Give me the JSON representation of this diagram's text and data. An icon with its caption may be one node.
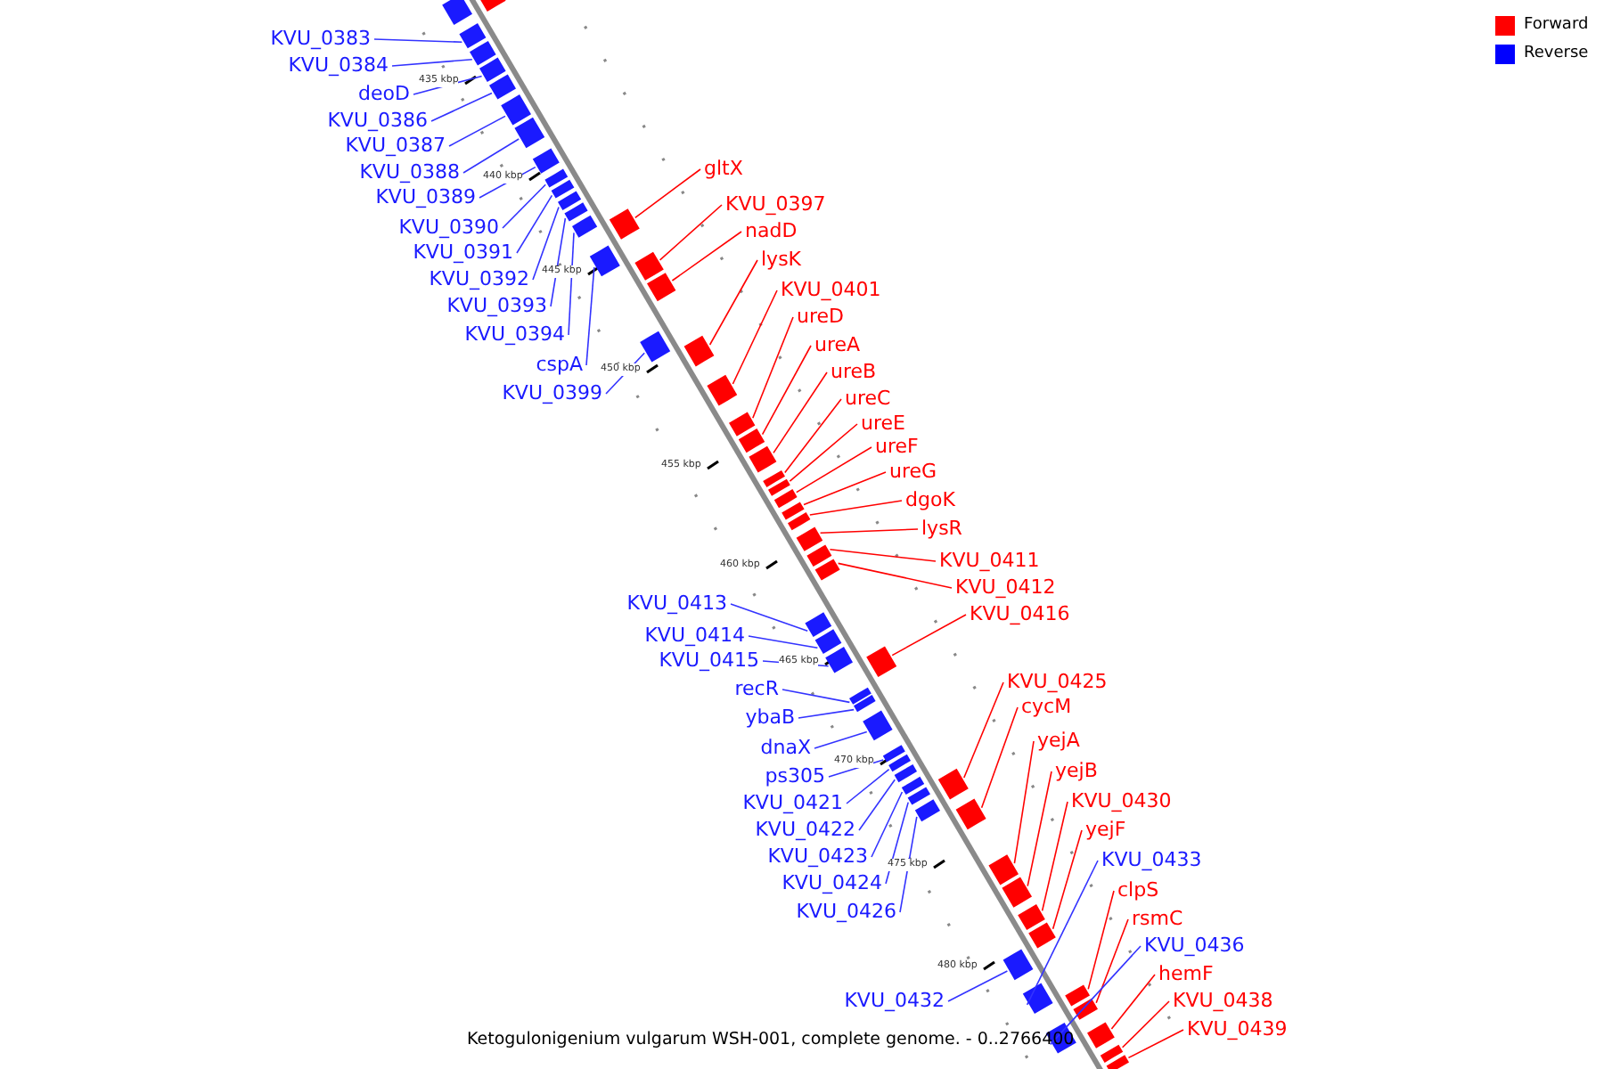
{
  "diagram": {
    "caption": "Ketogulonigenium vulgarum WSH-001, complete genome. - 0..2766400",
    "nodes": [
      {
        "text": [
          "KVU_0383"
        ]
      },
      {
        "text": [
          "KVU_0384"
        ]
      },
      {
        "text": [
          "deoD"
        ]
      },
      {
        "text": [
          "KVU_0386"
        ]
      },
      {
        "text": [
          "KVU_0387"
        ]
      },
      {
        "text": [
          "gltX"
        ]
      },
      {
        "text": [
          "KVU_0388"
        ]
      },
      {
        "text": [
          "KVU_0389"
        ]
      },
      {
        "text": [
          "KVU_0397"
        ]
      },
      {
        "text": [
          "KVU_0390"
        ]
      },
      {
        "text": [
          "nadD"
        ]
      },
      {
        "text": [
          "KVU_0391"
        ]
      },
      {
        "text": [
          "lysK"
        ]
      },
      {
        "text": [
          "KVU_0392"
        ]
      },
      {
        "text": [
          "KVU_0401"
        ]
      },
      {
        "text": [
          "KVU_0393"
        ]
      },
      {
        "text": [
          "ureD"
        ]
      },
      {
        "text": [
          "KVU_0394"
        ]
      },
      {
        "text": [
          "ureA"
        ]
      },
      {
        "text": [
          "cspA"
        ]
      },
      {
        "text": [
          "ureB"
        ]
      },
      {
        "text": [
          "KVU_0399"
        ]
      },
      {
        "text": [
          "ureC"
        ]
      },
      {
        "text": [
          "ureE"
        ]
      },
      {
        "text": [
          "ureF"
        ]
      },
      {
        "text": [
          "ureG"
        ]
      },
      {
        "text": [
          "dgoK"
        ]
      },
      {
        "text": [
          "lysR"
        ]
      },
      {
        "text": [
          "KVU_0411"
        ]
      },
      {
        "text": [
          "KVU_0412"
        ]
      },
      {
        "text": [
          "KVU_0413"
        ]
      },
      {
        "text": [
          "KVU_0416"
        ]
      },
      {
        "text": [
          "KVU_0414"
        ]
      },
      {
        "text": [
          "KVU_0415"
        ]
      },
      {
        "text": [
          "KVU_0425"
        ]
      },
      {
        "text": [
          "recR"
        ]
      },
      {
        "text": [
          "cycM"
        ]
      },
      {
        "text": [
          "ybaB"
        ]
      },
      {
        "text": [
          "yejA"
        ]
      },
      {
        "text": [
          "dnaX"
        ]
      },
      {
        "text": [
          "yejB"
        ]
      },
      {
        "text": [
          "ps305"
        ]
      },
      {
        "text": [
          "KVU_0430"
        ]
      },
      {
        "text": [
          "KVU_0421"
        ]
      },
      {
        "text": [
          "yejF"
        ]
      },
      {
        "text": [
          "KVU_0422"
        ]
      },
      {
        "text": [
          "KVU_0423"
        ]
      },
      {
        "text": [
          "KVU_0433"
        ]
      },
      {
        "text": [
          "KVU_0424"
        ]
      },
      {
        "text": [
          "clpS"
        ]
      },
      {
        "text": [
          "KVU_0426"
        ]
      },
      {
        "text": [
          "rsmC"
        ]
      },
      {
        "text": [
          "KVU_0436"
        ]
      },
      {
        "text": [
          "hemF"
        ]
      },
      {
        "text": [
          "KVU_0432"
        ]
      },
      {
        "text": [
          "KVU_0438"
        ]
      },
      {
        "text": [
          "KVU_0439"
        ]
      },
      {
        "text": [],
        "shape": "box"
      },
      {
        "text": [],
        "shape": "box"
      },
      {
        "text": [],
        "shape": "box"
      },
      {
        "text": [],
        "shape": "box"
      },
      {
        "text": [],
        "shape": "box"
      },
      {
        "text": [],
        "shape": "box"
      },
      {
        "text": [],
        "shape": "box"
      },
      {
        "text": [],
        "shape": "box"
      },
      {
        "text": [],
        "shape": "box"
      },
      {
        "text": [],
        "shape": "box"
      },
      {
        "text": [],
        "shape": "box"
      },
      {
        "text": [],
        "shape": "box"
      },
      {
        "text": [],
        "shape": "box"
      },
      {
        "text": [],
        "shape": "box"
      },
      {
        "text": [],
        "shape": "box"
      },
      {
        "text": [],
        "shape": "box"
      },
      {
        "text": [],
        "shape": "box"
      },
      {
        "text": [],
        "shape": "box"
      },
      {
        "text": [],
        "shape": "box"
      },
      {
        "text": [],
        "shape": "box"
      },
      {
        "text": [],
        "shape": "box"
      },
      {
        "text": [],
        "shape": "box"
      },
      {
        "text": [],
        "shape": "box"
      },
      {
        "text": [],
        "shape": "box"
      },
      {
        "text": [],
        "shape": "box"
      },
      {
        "text": [],
        "shape": "box"
      },
      {
        "text": [],
        "shape": "box"
      },
      {
        "text": [],
        "shape": "box"
      },
      {
        "text": [],
        "shape": "box"
      },
      {
        "text": [],
        "shape": "box"
      },
      {
        "text": [],
        "shape": "box"
      },
      {
        "text": [],
        "shape": "box"
      },
      {
        "text": [],
        "shape": "box"
      },
      {
        "text": [],
        "shape": "box"
      },
      {
        "text": [],
        "shape": "box"
      },
      {
        "text": [],
        "shape": "box"
      },
      {
        "text": [],
        "shape": "box"
      },
      {
        "text": [],
        "shape": "box"
      },
      {
        "text": [],
        "shape": "box"
      },
      {
        "text": [],
        "shape": "box"
      },
      {
        "text": [],
        "shape": "box"
      },
      {
        "text": [],
        "shape": "box"
      },
      {
        "text": [],
        "shape": "box"
      },
      {
        "text": [],
        "shape": "box"
      },
      {
        "text": [],
        "shape": "box"
      },
      {
        "text": [],
        "shape": "box"
      },
      {
        "text": [],
        "shape": "box"
      },
      {
        "text": [],
        "shape": "box"
      },
      {
        "text": [],
        "shape": "box"
      },
      {
        "text": [],
        "shape": "box"
      },
      {
        "text": [],
        "shape": "box"
      },
      {
        "text": [],
        "shape": "box"
      },
      {
        "text": [],
        "shape": "box"
      },
      {
        "text": [],
        "shape": "box"
      },
      {
        "text": [],
        "shape": "box"
      },
      {
        "text": [],
        "shape": "box"
      },
      {
        "text": [],
        "shape": "box"
      },
      {
        "text": [],
        "shape": "box"
      },
      {
        "text": [],
        "shape": "box"
      }
    ],
    "edges": [
      {
        "from": 0,
        "to": 59,
        "arrow": "none"
      },
      {
        "from": 1,
        "to": 60,
        "arrow": "none"
      },
      {
        "from": 2,
        "to": 61,
        "arrow": "none"
      },
      {
        "from": 3,
        "to": 62,
        "arrow": "none"
      },
      {
        "from": 4,
        "to": 63,
        "arrow": "none"
      },
      {
        "from": 5,
        "to": 68,
        "arrow": "none",
        "color": "#ff0000"
      },
      {
        "from": 6,
        "to": 64,
        "arrow": "none"
      },
      {
        "from": 7,
        "to": 65,
        "arrow": "none"
      },
      {
        "from": 8,
        "to": 72,
        "arrow": "none",
        "color": "#ff0000"
      },
      {
        "from": 9,
        "to": 66,
        "arrow": "none"
      },
      {
        "from": 10,
        "to": 73,
        "arrow": "none",
        "color": "#ff0000"
      },
      {
        "from": 11,
        "to": 67,
        "arrow": "none"
      },
      {
        "from": 12,
        "to": 75,
        "arrow": "none",
        "color": "#ff0000"
      },
      {
        "from": 13,
        "to": 69,
        "arrow": "none"
      },
      {
        "from": 14,
        "to": 77,
        "arrow": "none",
        "color": "#ff0000"
      },
      {
        "from": 15,
        "to": 70,
        "arrow": "none"
      },
      {
        "from": 16,
        "to": 78,
        "arrow": "none",
        "color": "#ff0000"
      },
      {
        "from": 17,
        "to": 71,
        "arrow": "none"
      },
      {
        "from": 18,
        "to": 79,
        "arrow": "none",
        "color": "#ff0000"
      },
      {
        "from": 19,
        "to": 74,
        "arrow": "none"
      },
      {
        "from": 20,
        "to": 80,
        "arrow": "none",
        "color": "#ff0000"
      },
      {
        "from": 21,
        "to": 76,
        "arrow": "none"
      },
      {
        "from": 22,
        "to": 81,
        "arrow": "none",
        "color": "#ff0000"
      },
      {
        "from": 23,
        "to": 82,
        "arrow": "none",
        "color": "#ff0000"
      },
      {
        "from": 24,
        "to": 83,
        "arrow": "none",
        "color": "#ff0000"
      },
      {
        "from": 25,
        "to": 84,
        "arrow": "none",
        "color": "#ff0000"
      },
      {
        "from": 26,
        "to": 85,
        "arrow": "none",
        "color": "#ff0000"
      },
      {
        "from": 27,
        "to": 86,
        "arrow": "none",
        "color": "#ff0000"
      },
      {
        "from": 28,
        "to": 87,
        "arrow": "none",
        "color": "#ff0000"
      },
      {
        "from": 29,
        "to": 88,
        "arrow": "none",
        "color": "#ff0000"
      },
      {
        "from": 30,
        "to": 89,
        "arrow": "none"
      },
      {
        "from": 31,
        "to": 90,
        "arrow": "none",
        "color": "#ff0000"
      },
      {
        "from": 32,
        "to": 91,
        "arrow": "none"
      },
      {
        "from": 33,
        "to": 92,
        "arrow": "none"
      },
      {
        "from": 34,
        "to": 97,
        "arrow": "none",
        "color": "#ff0000"
      },
      {
        "from": 35,
        "to": 93,
        "arrow": "none"
      },
      {
        "from": 36,
        "to": 101,
        "arrow": "none",
        "color": "#ff0000"
      },
      {
        "from": 37,
        "to": 94,
        "arrow": "none"
      },
      {
        "from": 38,
        "to": 104,
        "arrow": "none",
        "color": "#ff0000"
      },
      {
        "from": 39,
        "to": 95,
        "arrow": "none"
      },
      {
        "from": 40,
        "to": 105,
        "arrow": "none",
        "color": "#ff0000"
      },
      {
        "from": 41,
        "to": 96,
        "arrow": "none"
      },
      {
        "from": 42,
        "to": 106,
        "arrow": "none",
        "color": "#ff0000"
      },
      {
        "from": 43,
        "to": 98,
        "arrow": "none"
      },
      {
        "from": 44,
        "to": 107,
        "arrow": "none",
        "color": "#ff0000"
      },
      {
        "from": 45,
        "to": 99,
        "arrow": "none"
      },
      {
        "from": 46,
        "to": 100,
        "arrow": "none"
      },
      {
        "from": 47,
        "to": 108,
        "arrow": "none"
      },
      {
        "from": 48,
        "to": 102,
        "arrow": "none"
      },
      {
        "from": 49,
        "to": 110,
        "arrow": "none",
        "color": "#ff0000"
      },
      {
        "from": 50,
        "to": 103,
        "arrow": "none"
      },
      {
        "from": 51,
        "to": 111,
        "arrow": "none",
        "color": "#ff0000"
      },
      {
        "from": 52,
        "to": 112,
        "arrow": "none"
      },
      {
        "from": 53,
        "to": 113,
        "arrow": "none",
        "color": "#ff0000"
      },
      {
        "from": 54,
        "to": 109,
        "arrow": "none"
      },
      {
        "from": 55,
        "to": 114,
        "arrow": "none",
        "color": "#ff0000"
      },
      {
        "from": 56,
        "to": 115,
        "arrow": "none",
        "color": "#ff0000"
      }
    ],
    "labels": [
      "435 kbp",
      "440 kbp",
      "445 kbp",
      "450 kbp",
      "455 kbp",
      "460 kbp",
      "465 kbp",
      "470 kbp",
      "475 kbp",
      "480 kbp"
    ],
    "legend": [
      {
        "text": "Forward",
        "color": "#ff0000"
      },
      {
        "text": "Reverse",
        "color": "#0000ff"
      }
    ]
  }
}
